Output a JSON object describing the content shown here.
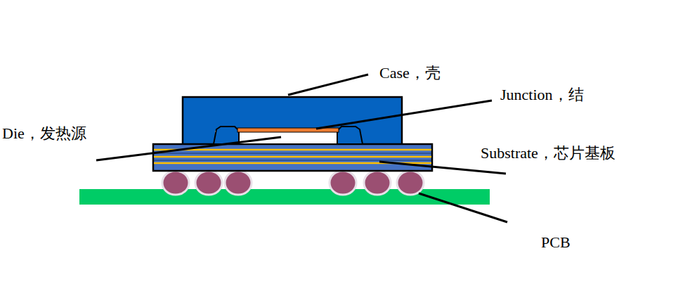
{
  "diagram": {
    "labels": [
      "Case，壳",
      "Junction，结",
      "Die，发热源",
      "Substrate，芯片基板",
      "PCB"
    ]
  }
}
